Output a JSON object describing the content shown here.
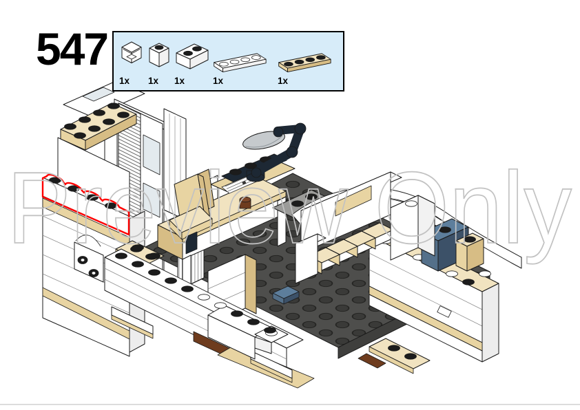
{
  "page": {
    "step_number": "547",
    "watermark_text": "Preview Only"
  },
  "parts_callout": {
    "parts": [
      {
        "qty": "1x",
        "name": "panel-1x1x1-corner-white"
      },
      {
        "qty": "1x",
        "name": "brick-1x1-white"
      },
      {
        "qty": "1x",
        "name": "brick-1x2-white"
      },
      {
        "qty": "1x",
        "name": "plate-1x4-white"
      },
      {
        "qty": "1x",
        "name": "plate-1x4-tan"
      }
    ]
  },
  "illustration": {
    "type": "lego-assembly-step",
    "highlighted_parts_location": "top of left white wall, 1x4 stud row outlined in red",
    "scene": "building interior: white walls, dark gray studded floor, tan desk with black lamp, tan chair, white sofa with tan cushions, white arch, right wall with tan plates"
  },
  "colors": {
    "box-bg": "#d7ecf9",
    "red": "#ff0000",
    "tan": "#e8d4a2",
    "tan-light": "#f1e3c0",
    "tan-dark": "#d7bd85",
    "floor": "#4e4e4c",
    "floor-front": "#3f3f3d",
    "stud": "#1c1c1c",
    "navy": "#1d2834",
    "blue-gray": "#54708a",
    "shade": "#c6cacd",
    "brown": "#6e3c1e",
    "gray-plate": "#9b9b99",
    "glass": "#e3eaee",
    "line": "#1a1a1a",
    "watermark": "#c2c2c2",
    "divider": "#dcdcdc"
  }
}
